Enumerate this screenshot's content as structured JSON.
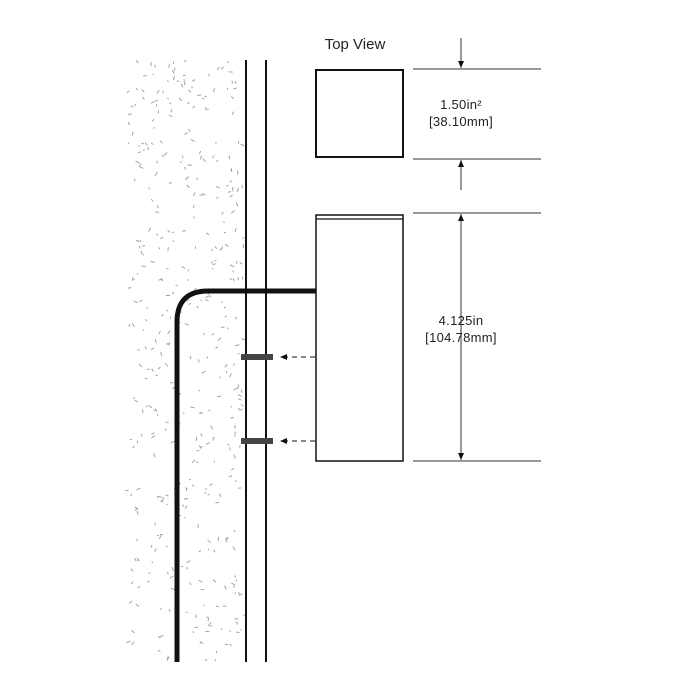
{
  "top_view": {
    "title": "Top View",
    "width_in": "1.50in²",
    "width_mm": "[38.10mm]"
  },
  "side_view": {
    "height_in": "4.125in",
    "height_mm": "[104.78mm]"
  },
  "colors": {
    "line": "#111111",
    "speckle": "#9a9a9a"
  }
}
